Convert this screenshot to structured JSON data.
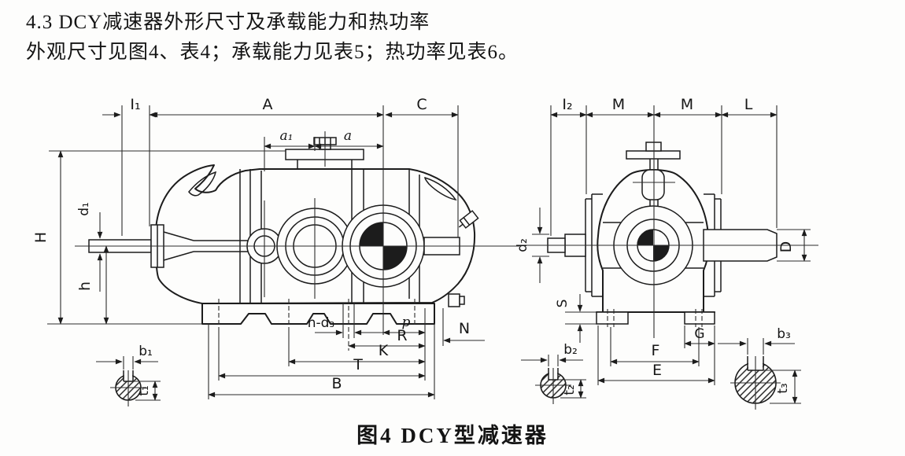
{
  "header": {
    "line1": "4.3 DCY减速器外形尺寸及承载能力和热功率",
    "line2": "外观尺寸见图4、表4；承载能力见表5；热功率见表6。"
  },
  "caption": "图4  DCY型减速器",
  "side_view": {
    "dims": {
      "l1": "I₁",
      "A": "A",
      "C": "C",
      "a1": "a₁",
      "a": "a",
      "H": "H",
      "h": "h",
      "d1": "d₁",
      "n_d3": "n-d₃",
      "p": "p",
      "R": "R",
      "K": "K",
      "T": "T",
      "B": "B",
      "N": "N",
      "b1": "b₁",
      "t1": "t₁"
    }
  },
  "end_view": {
    "dims": {
      "l2": "I₂",
      "M1": "M",
      "M2": "M",
      "L": "L",
      "d2": "d₂",
      "D": "D",
      "S": "S",
      "G": "G",
      "F": "F",
      "E": "E",
      "b2": "b₂",
      "t2": "t₂",
      "b3": "b₃",
      "t3": "t₃"
    }
  },
  "colors": {
    "ink": "#1c1c1c",
    "paper": "#fdfdfc"
  }
}
